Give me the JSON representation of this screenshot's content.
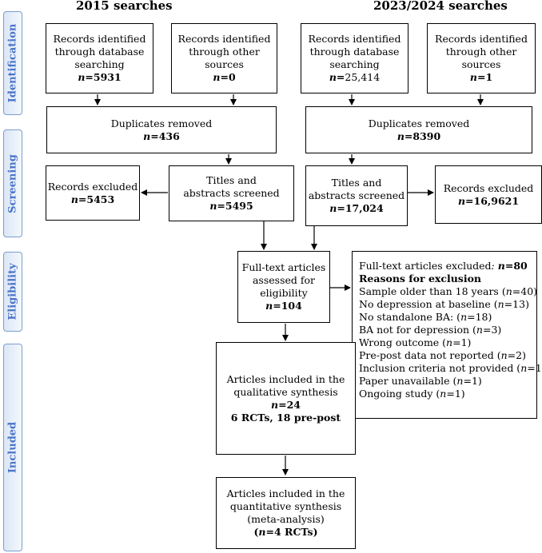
{
  "headers": {
    "left": "2015 searches",
    "right": "2023/2024 searches"
  },
  "stages": {
    "identification": "Identification",
    "screening": "Screening",
    "eligibility": "Eligibility",
    "included": "Included"
  },
  "left": {
    "db": {
      "l1": "Records identified",
      "l2": "through database",
      "l3": "searching",
      "n": "5931"
    },
    "other": {
      "l1": "Records identified",
      "l2": "through other",
      "l3": "sources",
      "n": "0"
    },
    "dup": {
      "l1": "Duplicates removed",
      "n": "436"
    },
    "excluded": {
      "l1": "Records excluded",
      "n": "5453"
    },
    "screened": {
      "l1": "Titles and",
      "l2": "abstracts screened",
      "n": "5495"
    }
  },
  "right": {
    "db": {
      "l1": "Records identified",
      "l2": "through database",
      "l3": "searching",
      "n": "25,414"
    },
    "other": {
      "l1": "Records identified",
      "l2": "through other",
      "l3": "sources",
      "n": "1"
    },
    "dup": {
      "l1": "Duplicates removed",
      "n": "8390"
    },
    "screened": {
      "l1": "Titles and",
      "l2": "abstracts screened",
      "n": "17,024"
    },
    "excluded": {
      "l1": "Records excluded",
      "n": "16,9621"
    }
  },
  "fulltext": {
    "l1": "Full-text articles",
    "l2": "assessed for",
    "l3": "eligibility",
    "n": "104"
  },
  "excluded_ft": {
    "l1": "Full-text articles excluded",
    "n": "80",
    "title": "Reasons for exclusion",
    "reasons": [
      {
        "text": "Sample older than 18 years (",
        "n": "40",
        "close": ")"
      },
      {
        "text": "No depression at baseline (",
        "n": "13",
        "close": ")"
      },
      {
        "text": "No standalone BA: (",
        "n": "18",
        "close": ")"
      },
      {
        "text": "BA not for depression (",
        "n": "3",
        "close": ")"
      },
      {
        "text": "Wrong outcome (",
        "n": "1",
        "close": ")"
      },
      {
        "text": "Pre-post data not reported (",
        "n": "2",
        "close": ")"
      },
      {
        "text": "Inclusion criteria not provided (",
        "n": "1",
        "close": ")"
      },
      {
        "text": "Paper unavailable (",
        "n": "1",
        "close": ")"
      },
      {
        "text": "Ongoing study (",
        "n": "1",
        "close": ")"
      }
    ]
  },
  "qualitative": {
    "l1": "Articles included in the",
    "l2": "qualitative synthesis",
    "n": "24",
    "detail": "6 RCTs, 18 pre-post"
  },
  "quantitative": {
    "l1": "Articles included in the",
    "l2": "quantitative synthesis",
    "l3": "(meta-analysis)",
    "open": "(",
    "n": "4 RCTs",
    "close": ")"
  },
  "n_prefix": "n",
  "n_eq": "=",
  "colon": ":"
}
